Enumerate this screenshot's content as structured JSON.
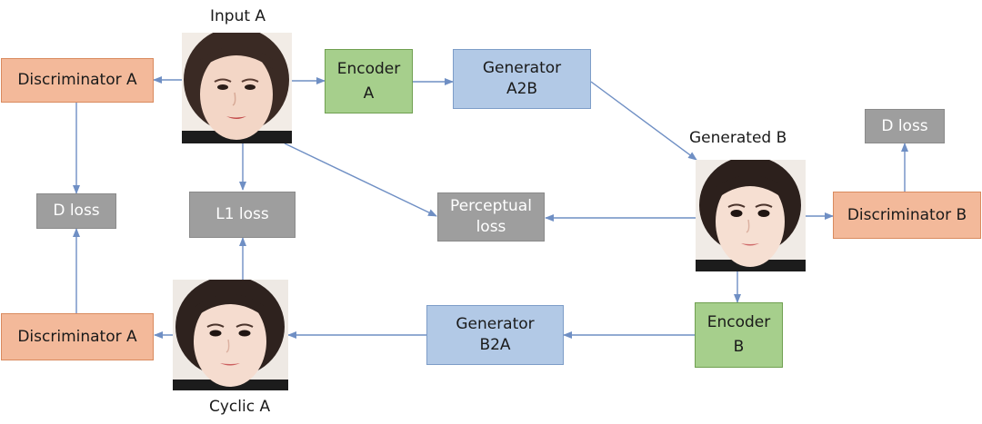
{
  "labels": {
    "input_a": "Input  A",
    "generated_b": "Generated  B",
    "cyclic_a": "Cyclic  A"
  },
  "boxes": {
    "discriminator_a_top": "Discriminator  A",
    "discriminator_a_bottom": "Discriminator  A",
    "discriminator_b": "Discriminator  B",
    "encoder_a_line1": "Encoder",
    "encoder_a_line2": "A",
    "encoder_b_line1": "Encoder",
    "encoder_b_line2": "B",
    "generator_a2b_line1": "Generator",
    "generator_a2b_line2": "A2B",
    "generator_b2a_line1": "Generator",
    "generator_b2a_line2": "B2A",
    "d_loss_left": "D  loss",
    "d_loss_right": "D  loss",
    "l1_loss": "L1  loss",
    "perceptual_loss_line1": "Perceptual",
    "perceptual_loss_line2": "loss"
  },
  "colors": {
    "discriminator": "#f3b99a",
    "encoder": "#a6cf8c",
    "generator": "#b2c9e6",
    "loss": "#9e9e9e",
    "arrow": "#6f8fc4"
  }
}
